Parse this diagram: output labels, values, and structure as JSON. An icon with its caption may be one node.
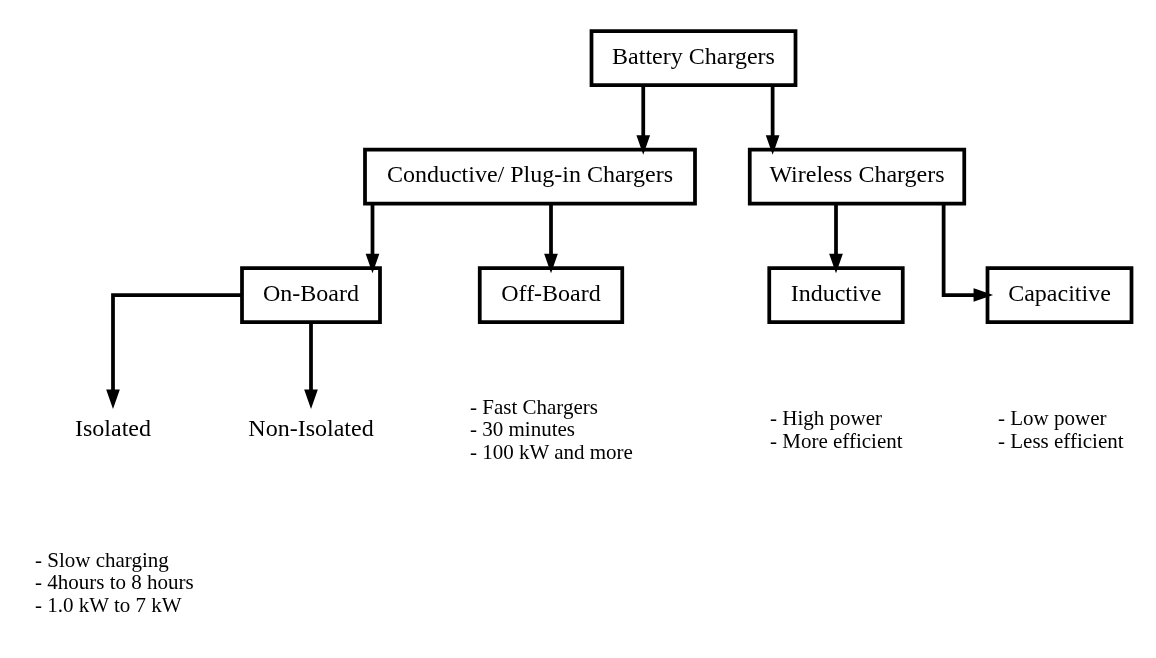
{
  "diagram": {
    "nodes": [
      {
        "text": [
          "Battery Chargers"
        ]
      },
      {
        "text": [
          "Conductive/ Plug-in Chargers"
        ]
      },
      {
        "text": [
          "Wireless Chargers"
        ]
      },
      {
        "text": [
          "On-Board"
        ]
      },
      {
        "text": [
          "Off-Board"
        ],
        "beside": [
          "- Fast Chargers",
          "- 30 minutes",
          "- 100 kW and more"
        ]
      },
      {
        "text": [
          "Inductive"
        ],
        "beside": [
          "- High power",
          "- More efficient"
        ]
      },
      {
        "text": [
          "Capacitive"
        ],
        "beside": [
          "- Low power",
          "- Less efficient"
        ]
      },
      {
        "text": [
          "Isolated"
        ]
      },
      {
        "text": [
          "Non-Isolated"
        ]
      }
    ],
    "edges": [
      {
        "from": 0,
        "to": 1,
        "arrow": "to"
      },
      {
        "from": 0,
        "to": 2,
        "arrow": "to"
      },
      {
        "from": 1,
        "to": 3,
        "arrow": "to"
      },
      {
        "from": 1,
        "to": 4,
        "arrow": "to"
      },
      {
        "from": 2,
        "to": 5,
        "arrow": "to"
      },
      {
        "from": 2,
        "to": 6,
        "arrow": "to"
      },
      {
        "from": 3,
        "to": 7,
        "arrow": "to"
      },
      {
        "from": 3,
        "to": 8,
        "arrow": "to"
      }
    ],
    "labels": [
      "- Slow charging",
      "- 4hours to 8 hours",
      "- 1.0 kW to 7 kW"
    ]
  }
}
